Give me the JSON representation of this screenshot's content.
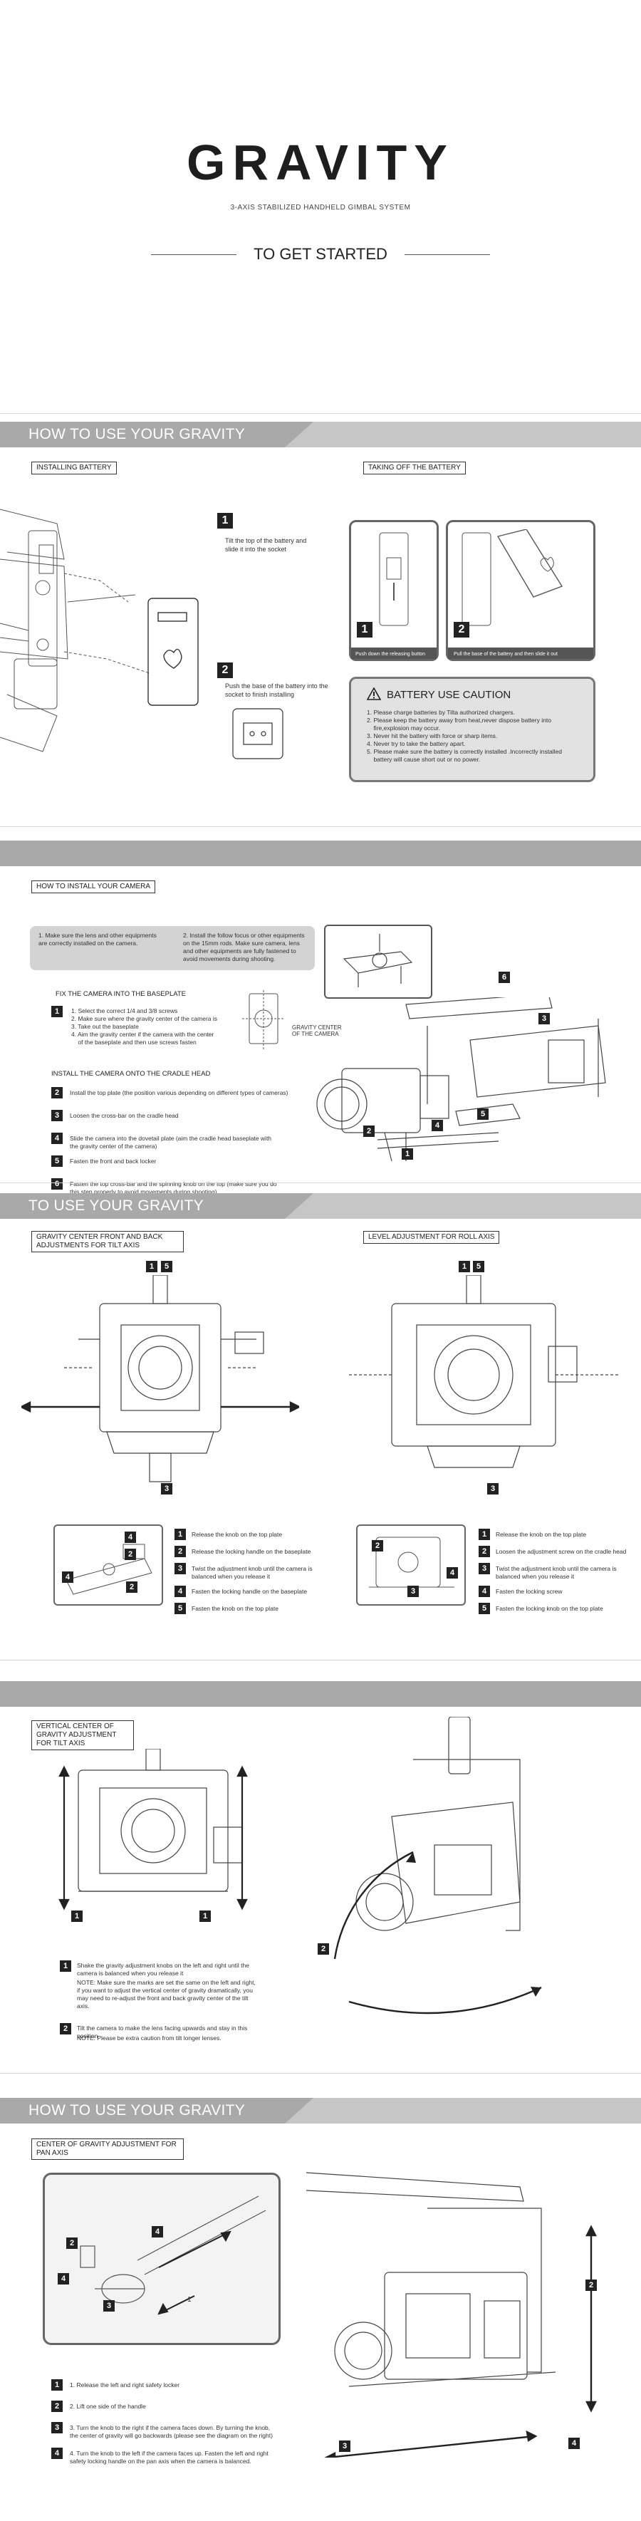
{
  "cover": {
    "logo": "GRAVITY",
    "subtitle": "3-AXIS STABILIZED HANDHELD GIMBAL SYSTEM",
    "heading": "TO GET STARTED"
  },
  "sec1": {
    "band_title": "HOW TO USE YOUR GRAVITY",
    "installing_chip": "INSTALLING BATTERY",
    "taking_off_chip": "TAKING OFF THE BATTERY",
    "step1_num": "1",
    "step1_text": "Tilt the top of the battery and slide it into the socket",
    "step2_num": "2",
    "step2_text": "Push the base of the battery into the socket to finish installing",
    "off1_num": "1",
    "off1_text": "Push down the releasing button",
    "off2_num": "2",
    "off2_text": "Pull the base of the battery and then slide it out",
    "caution_title": "BATTERY USE CAUTION",
    "caution_items": [
      "1. Please charge batteries by Tilta authorized chargers.",
      "2. Please keep the battery away from heat,never dispose battery into",
      "    fire,explosion may occur.",
      "3. Never hit the battery with force or sharp items.",
      "4. Never try to take the battery apart.",
      "5. Please make sure the battery is correctly installed .Incorrectly  installed",
      "    battery will cause short out or no power."
    ]
  },
  "sec2": {
    "chip": "HOW TO INSTALL YOUR CAMERA",
    "note1": "1. Make sure the lens and other equipments are correctly installed on the camera.",
    "note2": "2. Install the follow focus or other equipments on the 15mm rods. Make sure camera, lens and other equipments are fully fastened to avoid movements during shooting.",
    "fix_title": "FIX THE CAMERA INTO THE BASEPLATE",
    "fix_num": "1",
    "fix_lines": [
      "1. Select the correct 1/4 and 3/8 screws",
      "2. Make sure where the gravity center of the camera is",
      "3. Take out the baseplate",
      "4. Aim the gravity center if the camera with the center",
      "    of the baseplate and then use screws fasten"
    ],
    "gravity_label": "GRAVITY CENTER OF THE CAMERA",
    "cradle_title": "INSTALL THE CAMERA ONTO THE CRADLE HEAD",
    "steps": [
      {
        "n": "2",
        "t": "Install the top plate (the position various depending on different types of cameras)"
      },
      {
        "n": "3",
        "t": "Loosen the cross-bar on the cradle head"
      },
      {
        "n": "4",
        "t": "Slide the camera into the dovetail plate (aim the cradle head baseplate with the gravity center of the camera)"
      },
      {
        "n": "5",
        "t": "Fasten the front and back locker"
      },
      {
        "n": "6",
        "t": "Fasten the top cross-bar and the spinning knob on the top (make sure you do this step properly to avoid movements during shooting)"
      }
    ],
    "callouts": [
      "6",
      "3",
      "5",
      "4",
      "2",
      "1"
    ]
  },
  "sec3": {
    "band_title": "TO USE YOUR GRAVITY",
    "left_chip": "GRAVITY CENTER FRONT AND BACK ADJUSTMENTS FOR TILT AXIS",
    "right_chip": "LEVEL ADJUSTMENT FOR ROLL AXIS",
    "left_steps": [
      {
        "n": "1",
        "t": "Release the knob on the top plate"
      },
      {
        "n": "2",
        "t": "Release the locking handle on the baseplate"
      },
      {
        "n": "3",
        "t": "Twist the adjustment knob until the camera is balanced when you release it"
      },
      {
        "n": "4",
        "t": "Fasten the locking handle on the baseplate"
      },
      {
        "n": "5",
        "t": "Fasten the knob on the top plate"
      }
    ],
    "right_steps": [
      {
        "n": "1",
        "t": "Release the knob on the top plate"
      },
      {
        "n": "2",
        "t": "Loosen the adjustment screw on the cradle head"
      },
      {
        "n": "3",
        "t": "Twist the adjustment knob until the camera is balanced when you release it"
      },
      {
        "n": "4",
        "t": "Fasten the locking screw"
      },
      {
        "n": "5",
        "t": "Fasten the locking knob on the top plate"
      }
    ],
    "top_nums": [
      "1",
      "5"
    ],
    "bottom_num": "3",
    "left_inset_nums": [
      "4",
      "2",
      "4",
      "2"
    ],
    "right_inset_nums": [
      "2",
      "4",
      "3"
    ]
  },
  "sec4": {
    "chip": "VERTICAL CENTER OF GRAVITY ADJUSTMENT FOR TILT AXIS",
    "nums": [
      "1",
      "1",
      "2"
    ],
    "step1": "Shake the gravity adjustment knobs on the left and right until the camera is balanced when you release it",
    "step1_note": "NOTE: Make sure the marks are set the same on the left and right, if you want to adjust the vertical center of gravity dramatically, you may need to re-adjust the front and back gravity center of the tilt axis.",
    "step2": "Tilt the camera to make the lens facing upwards and stay in this position",
    "step2_note": "NOTE: Please be extra caution from tilt longer lenses."
  },
  "sec5": {
    "band_title": "HOW TO USE YOUR GRAVITY",
    "chip": "CENTER OF GRAVITY ADJUSTMENT FOR PAN AXIS",
    "inset_nums": [
      "4",
      "2",
      "4",
      "3",
      "1"
    ],
    "right_nums": [
      "2",
      "3",
      "4"
    ],
    "steps": [
      {
        "n": "1",
        "t": "1. Release the left and right safety locker"
      },
      {
        "n": "2",
        "t": "2. Lift one side of the handle"
      },
      {
        "n": "3",
        "t": "3. Turn the knob to the right if the camera faces down. By turning the knob, the center of gravity will go backwards (please see the diagram on the right)"
      },
      {
        "n": "4",
        "t": "4. Turn the knob to the left if the camera faces up. Fasten the left and right safety locking handle on the pan axis when the camera is balanced."
      }
    ]
  }
}
